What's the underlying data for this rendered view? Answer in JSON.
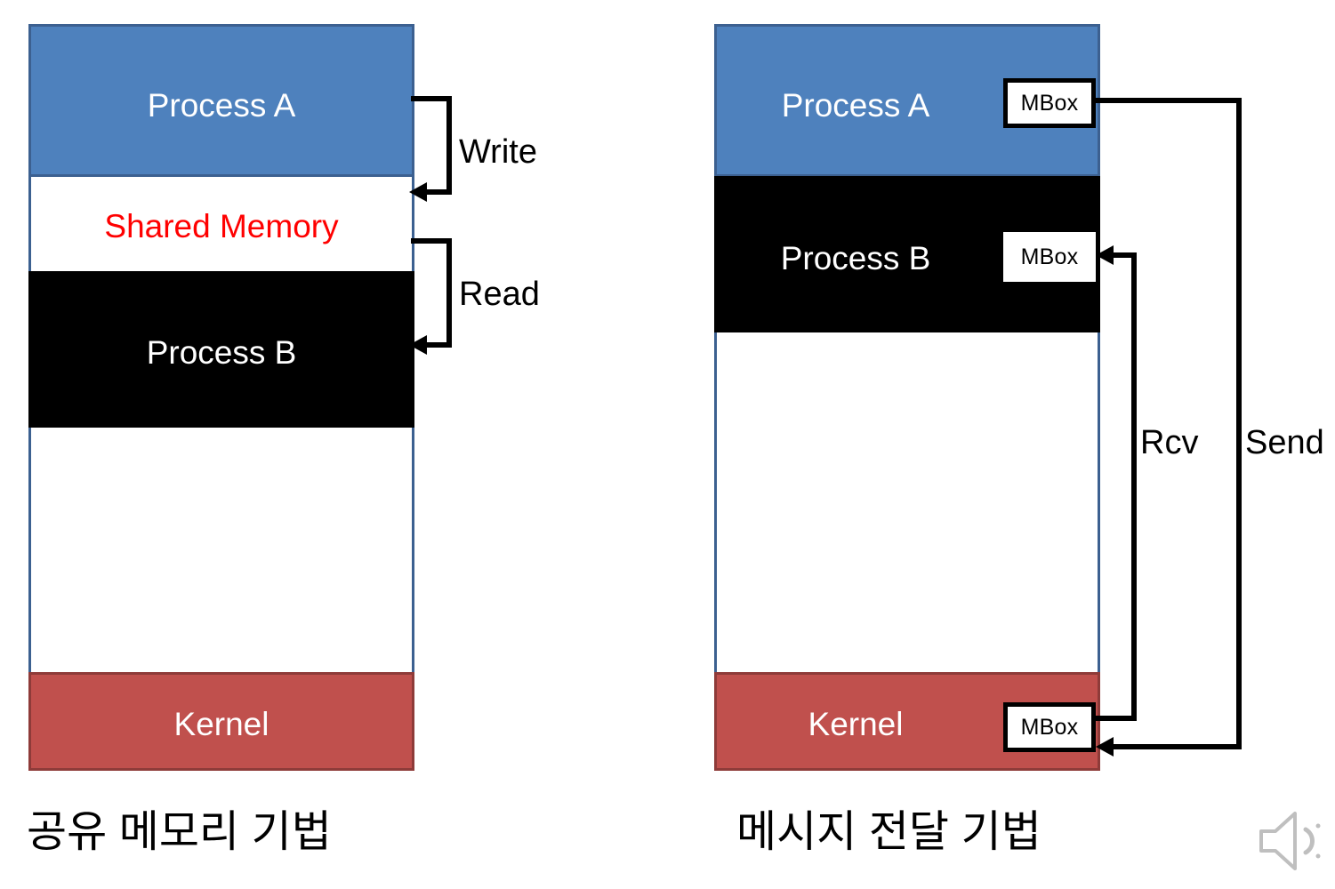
{
  "diagram": {
    "title_left": "공유 메모리 기법",
    "title_right": "메시지 전달 기법",
    "colors": {
      "process_a_fill": "#4E81BD",
      "process_a_border": "#3C6090",
      "process_b_fill": "#000000",
      "kernel_fill": "#C0504D",
      "kernel_border": "#8E3B39",
      "shared_memory_text": "#FF0000",
      "connector": "#000000",
      "speaker_icon": "#BFBFBF"
    },
    "left_panel": {
      "name": "shared-memory-diagram",
      "blocks": [
        {
          "label": "Process A",
          "fill": "blue"
        },
        {
          "label": "Shared Memory",
          "fill": "white"
        },
        {
          "label": "Process B",
          "fill": "black"
        },
        {
          "label": "",
          "fill": "white"
        },
        {
          "label": "Kernel",
          "fill": "red"
        }
      ],
      "connectors": [
        {
          "label": "Write",
          "from": "Process A",
          "to": "Shared Memory"
        },
        {
          "label": "Read",
          "from": "Shared Memory",
          "to": "Process B"
        }
      ]
    },
    "right_panel": {
      "name": "message-passing-diagram",
      "blocks": [
        {
          "label": "Process A",
          "fill": "blue",
          "mbox": "MBox"
        },
        {
          "label": "Process B",
          "fill": "black",
          "mbox": "MBox"
        },
        {
          "label": "",
          "fill": "white",
          "mbox": ""
        },
        {
          "label": "Kernel",
          "fill": "red",
          "mbox": "MBox"
        }
      ],
      "connectors": [
        {
          "label": "Send",
          "from": "Process A MBox",
          "to": "Kernel MBox"
        },
        {
          "label": "Rcv",
          "from": "Kernel MBox",
          "to": "Process B MBox"
        }
      ]
    },
    "mbox_label": "MBox",
    "audio_icon": "speaker-icon"
  }
}
